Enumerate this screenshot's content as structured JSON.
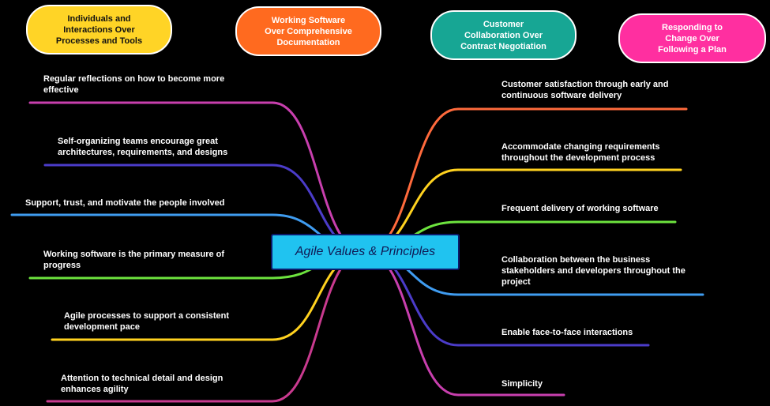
{
  "center": {
    "label": "Agile Values & Principles"
  },
  "values": [
    {
      "label": "Individuals and\nInteractions Over\nProcesses and Tools",
      "color": "#ffd426"
    },
    {
      "label": "Working Software\nOver Comprehensive\nDocumentation",
      "color": "#ff6a1f"
    },
    {
      "label": "Customer\nCollaboration Over\nContract Negotiation",
      "color": "#17a694"
    },
    {
      "label": "Responding to\nChange Over\nFollowing a Plan",
      "color": "#ff2fa0"
    }
  ],
  "left_principles": [
    {
      "label": "Regular reflections on how to become more\neffective",
      "color": "#c83fae"
    },
    {
      "label": "Self-organizing teams encourage great\narchitectures, requirements, and designs",
      "color": "#4b3cc9"
    },
    {
      "label": "Support, trust, and motivate the people involved",
      "color": "#3f9cf0"
    },
    {
      "label": "Working software is the primary measure of\nprogress",
      "color": "#6de33e"
    },
    {
      "label": "Agile processes to support a consistent\ndevelopment pace",
      "color": "#ffd21f"
    },
    {
      "label": "Attention to technical detail and design\nenhances agility",
      "color": "#c93a8f"
    }
  ],
  "right_principles": [
    {
      "label": "Customer satisfaction through early and\ncontinuous software delivery",
      "color": "#ff6a3c"
    },
    {
      "label": "Accommodate changing requirements\nthroughout the development process",
      "color": "#ffd21f"
    },
    {
      "label": "Frequent delivery of working software",
      "color": "#6de33e"
    },
    {
      "label": "Collaboration between the business\nstakeholders and developers throughout the\nproject",
      "color": "#3f9cf0"
    },
    {
      "label": "Enable face-to-face interactions",
      "color": "#4b3cc9"
    },
    {
      "label": "Simplicity",
      "color": "#c83fae"
    }
  ]
}
